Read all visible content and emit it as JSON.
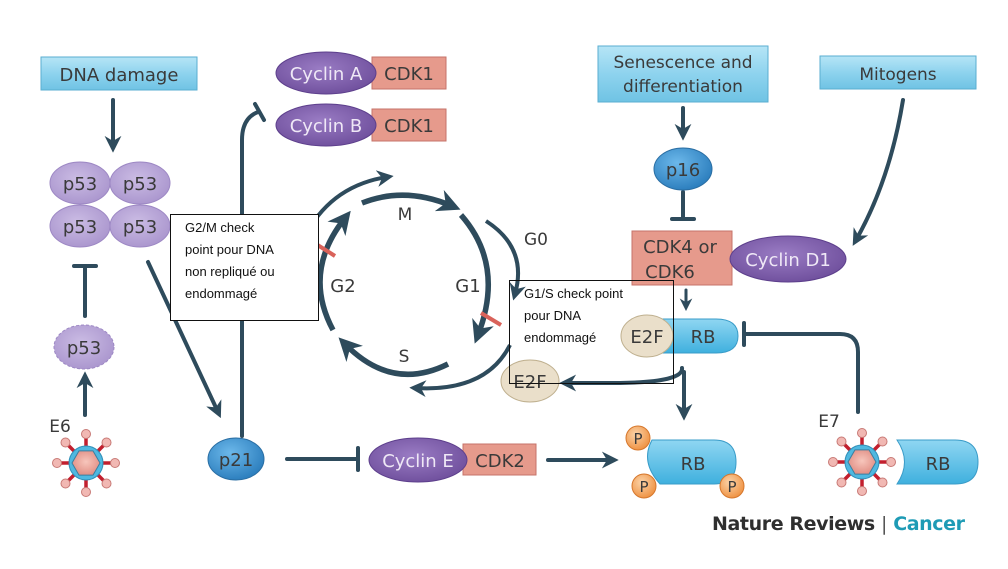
{
  "diagram": {
    "inputs": {
      "dna_damage": "DNA damage",
      "senescence": [
        "Senescence and",
        "differentiation"
      ],
      "mitogens": "Mitogens"
    },
    "p53_tetramer": [
      "p53",
      "p53",
      "p53",
      "p53"
    ],
    "p53_monomer": "p53",
    "viral_proteins": {
      "e6": "E6",
      "e7": "E7"
    },
    "p21": "p21",
    "p16": "p16",
    "complexes": {
      "cyclin_a": "Cyclin A",
      "cdk1_a": "CDK1",
      "cyclin_b": "Cyclin B",
      "cdk1_b": "CDK1",
      "cyclin_e": "Cyclin E",
      "cdk2": "CDK2",
      "cdk4_6": [
        "CDK4 or",
        "CDK6"
      ],
      "cyclin_d1": "Cyclin D1"
    },
    "cell_cycle_phases": {
      "m": "M",
      "g1": "G1",
      "g0": "G0",
      "s": "S",
      "g2": "G2"
    },
    "e2f_bound": "E2F",
    "rb_bound": "RB",
    "e2f_free": "E2F",
    "rb_phosphorylated": "RB",
    "phosphate": [
      "P",
      "P",
      "P"
    ],
    "rb_e7": "RB",
    "annotations": {
      "g2m_checkpoint": "G2/M check\npoint pour DNA\nnon repliqué ou\nendommagé",
      "g1s_checkpoint": "G1/S check point\npour DNA\nendommagé"
    },
    "colors": {
      "arrow": "#2e4b5c",
      "input_box": "#8ed3ee",
      "cyclin": "#7b5aa6",
      "cdk": "#e69a8c",
      "p53": "#b7a3d6",
      "p_blue": "#3b8fce",
      "e2f": "#eadfca",
      "rb": "#5fc0e6",
      "phosphate": "#f2a45c",
      "checkpoint_bar": "#d9625a"
    }
  },
  "footer": {
    "brand": "Nature Reviews",
    "separator": "|",
    "journal": "Cancer"
  }
}
